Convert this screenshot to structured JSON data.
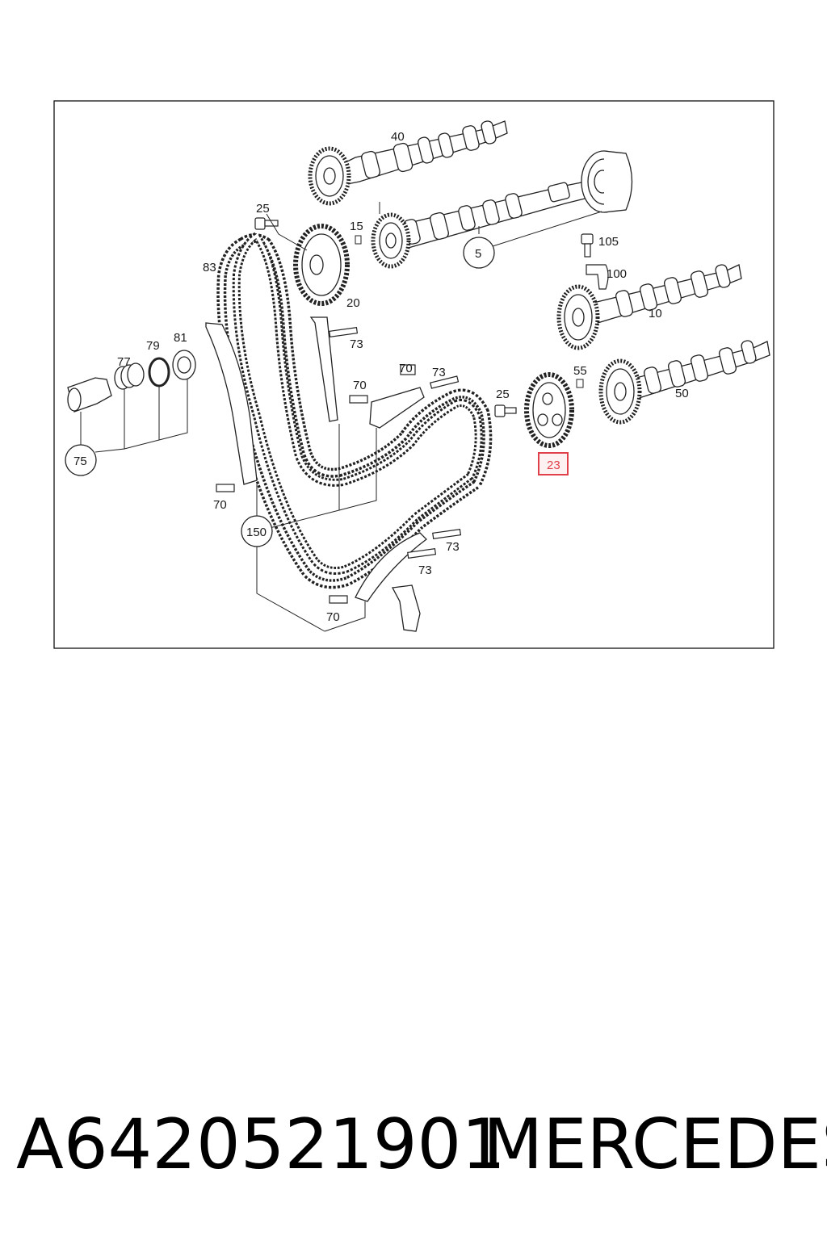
{
  "diagram": {
    "callouts": {
      "c40": "40",
      "c25a": "25",
      "c15": "15",
      "c5": "5",
      "c105": "105",
      "c100": "100",
      "c83": "83",
      "c20": "20",
      "c10": "10",
      "c73a": "73",
      "c81": "81",
      "c79": "79",
      "c77": "77",
      "c70a": "70",
      "c73b": "73",
      "c70b": "70",
      "c25b": "25",
      "c55": "55",
      "c50": "50",
      "c23": "23",
      "c75": "75",
      "c70c": "70",
      "c150": "150",
      "c73c": "73",
      "c73d": "73",
      "c70d": "70"
    },
    "highlighted_part": "23",
    "highlight_color": "#e0404a"
  },
  "footer": {
    "part_number": "A6420521901",
    "brand": "MERCEDES"
  }
}
